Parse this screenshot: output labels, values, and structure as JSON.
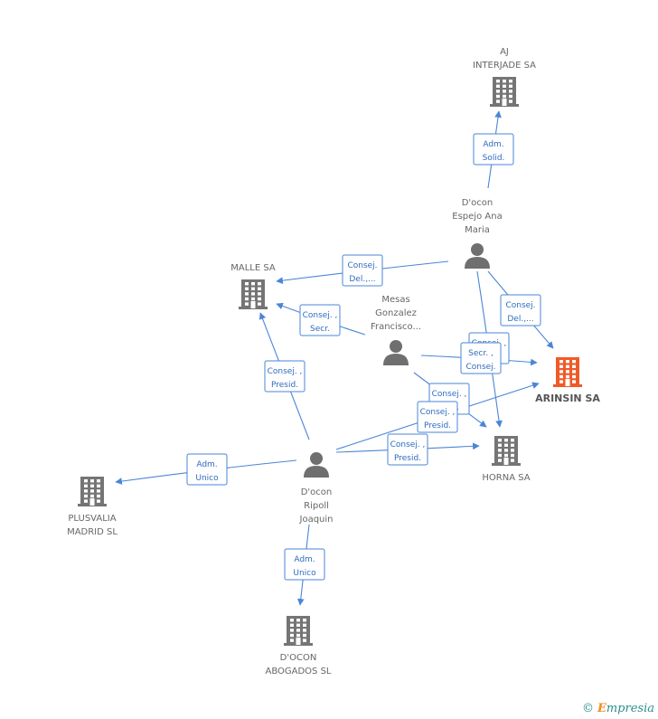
{
  "colors": {
    "company": "#757575",
    "highlight": "#f05a28",
    "person": "#6f6f6f",
    "edge": "#4a86d8"
  },
  "nodes": {
    "aj_interjade": {
      "lines": [
        "AJ",
        "INTERJADE SA"
      ],
      "icon": "building-icon"
    },
    "docon_espejo": {
      "lines": [
        "D'ocon",
        "Espejo Ana",
        "Maria"
      ],
      "icon": "person-icon"
    },
    "malle": {
      "lines": [
        "MALLE SA"
      ],
      "icon": "building-icon"
    },
    "mesas": {
      "lines": [
        "Mesas",
        "Gonzalez",
        "Francisco..."
      ],
      "icon": "person-icon"
    },
    "arinsin": {
      "lines": [
        "ARINSIN SA"
      ],
      "icon": "building-icon"
    },
    "horna": {
      "lines": [
        "HORNA SA"
      ],
      "icon": "building-icon"
    },
    "docon_ripoll": {
      "lines": [
        "D'ocon",
        "Ripoll",
        "Joaquin"
      ],
      "icon": "person-icon"
    },
    "plusvalia": {
      "lines": [
        "PLUSVALIA",
        "MADRID SL"
      ],
      "icon": "building-icon"
    },
    "docon_abogados": {
      "lines": [
        "D'OCON",
        "ABOGADOS SL"
      ],
      "icon": "building-icon"
    }
  },
  "edges": [
    {
      "from": "docon_espejo",
      "to": "aj_interjade",
      "label": [
        "Adm.",
        "Solid."
      ]
    },
    {
      "from": "docon_espejo",
      "to": "malle",
      "label": [
        "Consej.",
        "Del.,..."
      ]
    },
    {
      "from": "docon_espejo",
      "to": "arinsin",
      "label": [
        "Consej.",
        "Del.,..."
      ]
    },
    {
      "from": "docon_espejo",
      "to": "horna",
      "label": [
        "Consej. ,",
        "Secr."
      ]
    },
    {
      "from": "mesas",
      "to": "malle",
      "label": [
        "Consej. ,",
        "Secr."
      ]
    },
    {
      "from": "mesas",
      "to": "arinsin",
      "label": [
        "Secr. ,",
        "Consej."
      ]
    },
    {
      "from": "mesas",
      "to": "horna",
      "label": [
        "Consej. ,",
        "Secr."
      ]
    },
    {
      "from": "docon_ripoll",
      "to": "malle",
      "label": [
        "Consej. ,",
        "Presid."
      ]
    },
    {
      "from": "docon_ripoll",
      "to": "arinsin",
      "label": [
        "Consej. ,",
        "Presid."
      ]
    },
    {
      "from": "docon_ripoll",
      "to": "horna",
      "label": [
        "Consej. ,",
        "Presid."
      ]
    },
    {
      "from": "docon_ripoll",
      "to": "plusvalia",
      "label": [
        "Adm.",
        "Unico"
      ]
    },
    {
      "from": "docon_ripoll",
      "to": "docon_abogados",
      "label": [
        "Adm.",
        "Unico"
      ]
    }
  ],
  "footer": {
    "copyright": "©",
    "brand_initial": "E",
    "brand_rest": "mpresia"
  }
}
